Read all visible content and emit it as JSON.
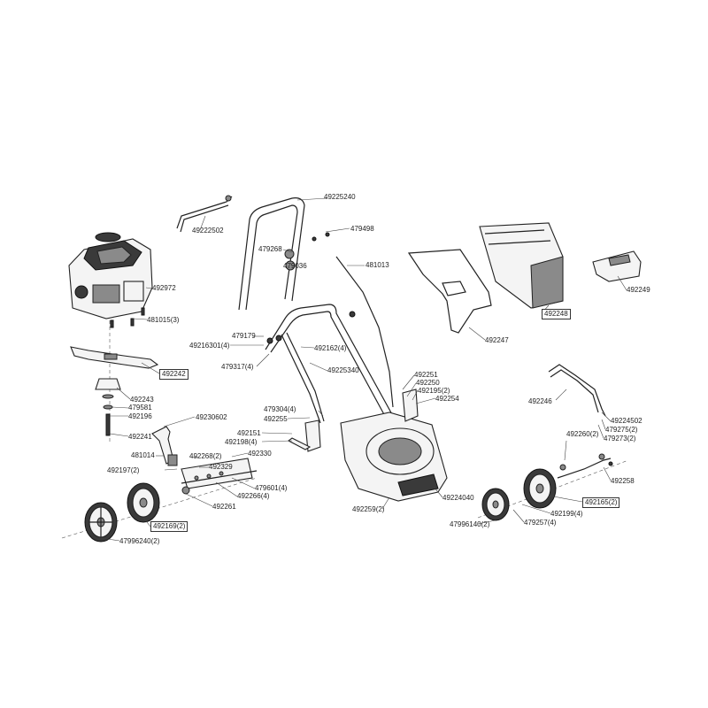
{
  "labels": {
    "p49225240": "49225240",
    "p49222502": "49222502",
    "p479268": "479268",
    "p479498": "479498",
    "p479036": "479036",
    "p481013": "481013",
    "p492972": "492972",
    "p481015": "481015(3)",
    "p479179": "479179",
    "p49216301": "49216301(4)",
    "p492162": "492162(4)",
    "p479317": "479317(4)",
    "p49225340": "49225340",
    "p492242": "492242",
    "p492243": "492243",
    "p479581": "479581",
    "p492196": "492196",
    "p492241": "492241",
    "p49230602": "49230602",
    "p492251": "492251",
    "p492250": "492250",
    "p492195": "492195(2)",
    "p492254": "492254",
    "p479304": "479304(4)",
    "p492255": "492255",
    "p492151": "492151",
    "p492198": "492198(4)",
    "p481014": "481014",
    "p492268": "492268(2)",
    "p492330": "492330",
    "p492329": "492329",
    "p492197": "492197(2)",
    "p479601": "479601(4)",
    "p492266": "492266(4)",
    "p492261": "492261",
    "p49224040": "49224040",
    "p492259": "492259(2)",
    "p492169": "492169(2)",
    "p47996240": "47996240(2)",
    "p492249": "492249",
    "p492248": "492248",
    "p492247": "492247",
    "p492246": "492246",
    "p49224502": "49224502",
    "p479275": "479275(2)",
    "p479273": "479273(2)",
    "p492260": "492260(2)",
    "p492258": "492258",
    "p492165": "492165(2)",
    "p492199": "492199(4)",
    "p479257": "479257(4)",
    "p47996140": "47996140(2)"
  }
}
